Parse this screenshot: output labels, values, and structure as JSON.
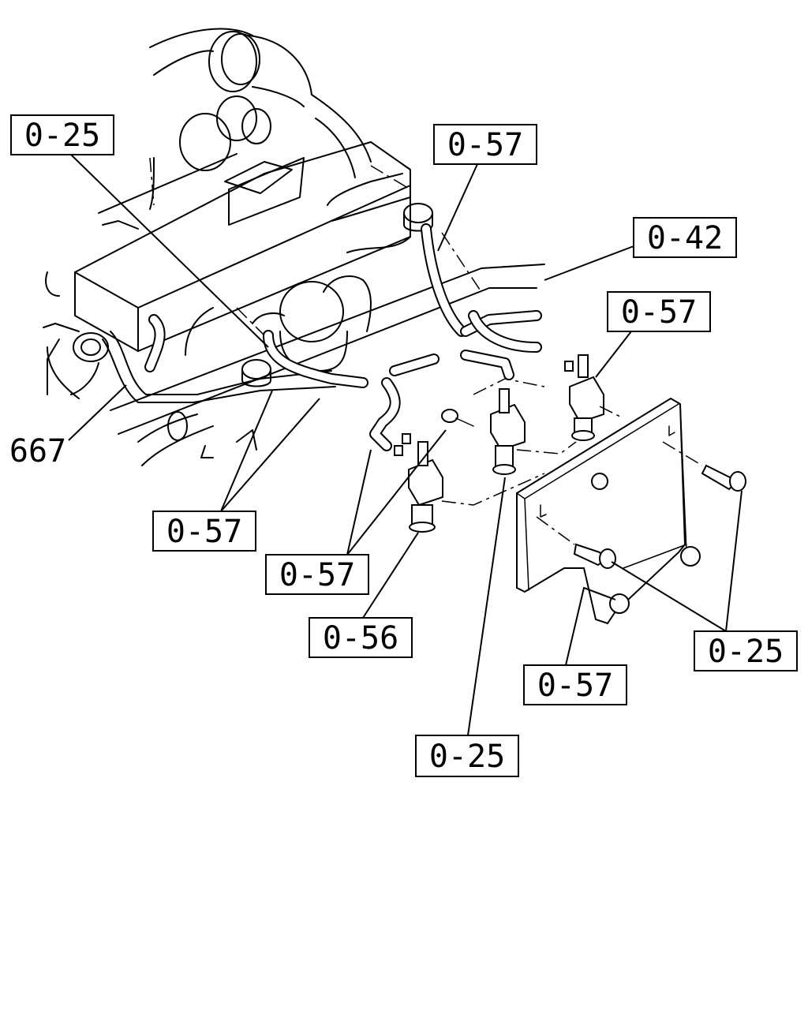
{
  "callouts": [
    {
      "id": "c1",
      "label": "0-25"
    },
    {
      "id": "c2",
      "label": "0-57"
    },
    {
      "id": "c3",
      "label": "0-42"
    },
    {
      "id": "c4",
      "label": "0-57"
    },
    {
      "id": "c5",
      "label": "667"
    },
    {
      "id": "c6",
      "label": "0-57"
    },
    {
      "id": "c7",
      "label": "0-57"
    },
    {
      "id": "c8",
      "label": "0-56"
    },
    {
      "id": "c9",
      "label": "0-25"
    },
    {
      "id": "c10",
      "label": "0-57"
    },
    {
      "id": "c11",
      "label": "0-25"
    }
  ]
}
